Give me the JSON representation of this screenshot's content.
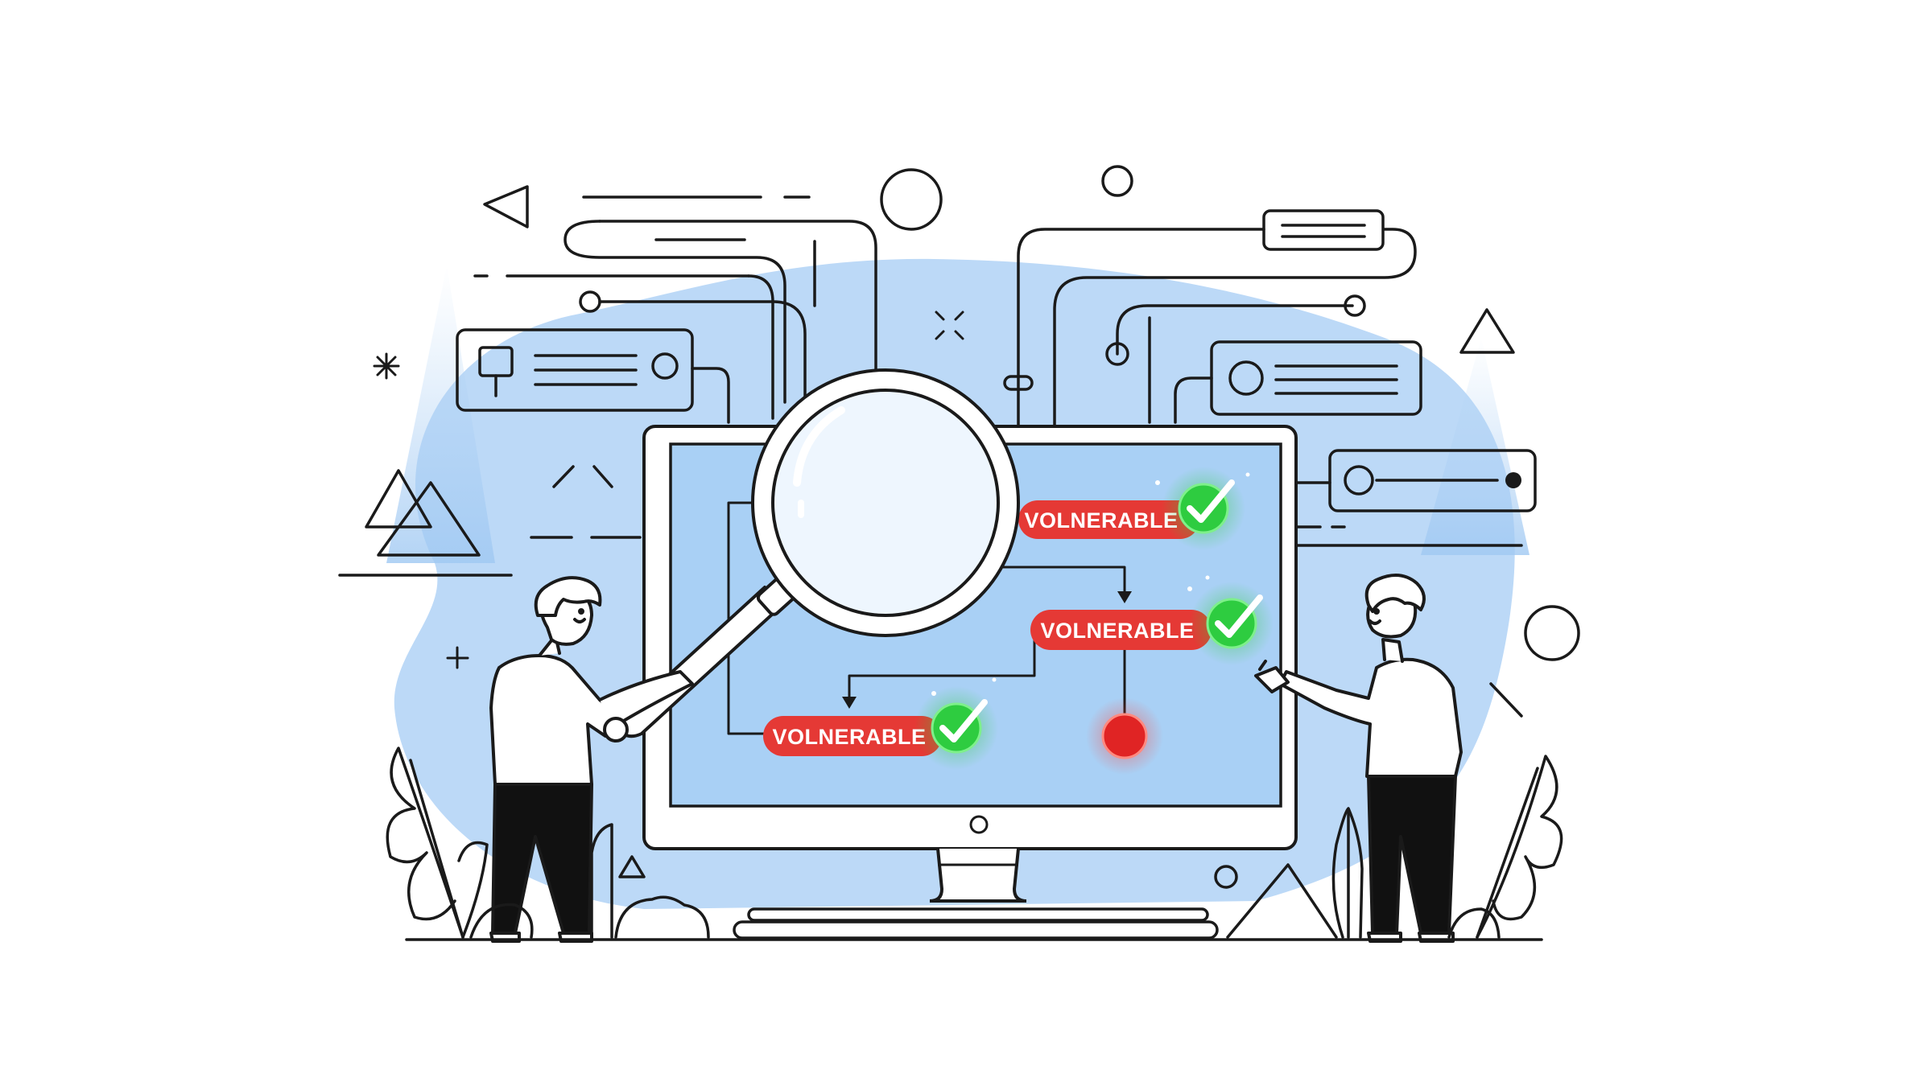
{
  "colors": {
    "outline": "#1a1a1a",
    "blob": "#bcd9f7",
    "screen": "#a9d0f5",
    "badge_red": "#e53935",
    "check_green": "#2ecc40",
    "node_red": "#e02424"
  },
  "badges": [
    {
      "label": "VOLNERABLE",
      "status": "check-icon"
    },
    {
      "label": "VOLNERABLE",
      "status": "check-icon"
    },
    {
      "label": "VOLNERABLE",
      "status": "check-icon"
    }
  ],
  "icons": [
    "magnifying-glass-icon",
    "check-icon",
    "triangle-icon",
    "circle-icon",
    "sparkle-icon"
  ]
}
